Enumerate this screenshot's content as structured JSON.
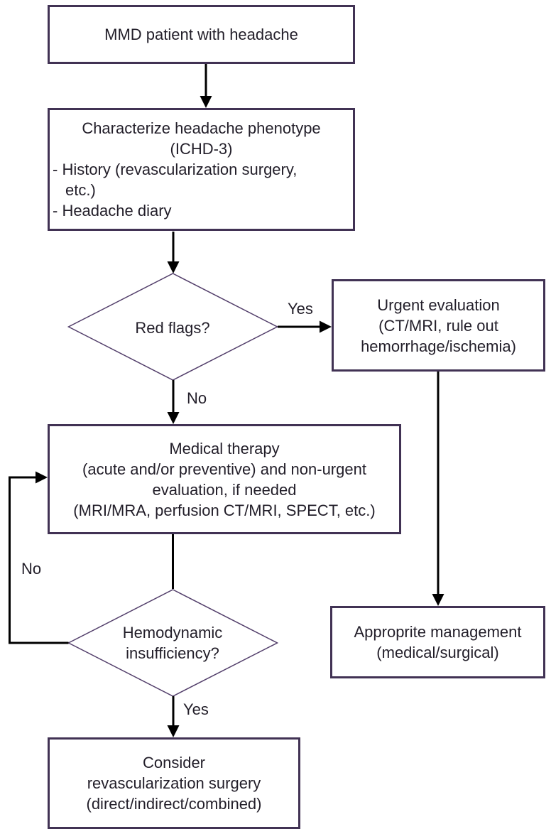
{
  "diagram": {
    "nodes": {
      "mmd_patient": {
        "lines": [
          "MMD patient with headache"
        ]
      },
      "characterize": {
        "lines": [
          "Characterize headache phenotype",
          "(ICHD-3)",
          "- History (revascularization surgery,",
          "etc.)",
          "- Headache diary"
        ]
      },
      "red_flags": {
        "lines": [
          "Red flags?"
        ]
      },
      "urgent_evaluation": {
        "lines": [
          "Urgent evaluation",
          "(CT/MRI, rule out",
          "hemorrhage/ischemia)"
        ]
      },
      "medical_therapy": {
        "lines": [
          "Medical therapy",
          "(acute and/or preventive) and non-urgent",
          "evaluation, if needed",
          "(MRI/MRA, perfusion CT/MRI, SPECT, etc.)"
        ]
      },
      "hemodynamic": {
        "lines": [
          "Hemodynamic",
          "insufficiency?"
        ]
      },
      "appropriate_management": {
        "lines": [
          "Approprite management",
          "(medical/surgical)"
        ]
      },
      "consider_surgery": {
        "lines": [
          "Consider",
          "revascularization surgery",
          "(direct/indirect/combined)"
        ]
      }
    },
    "edge_labels": {
      "red_flags_yes": "Yes",
      "red_flags_no": "No",
      "hemodynamic_no": "No",
      "hemodynamic_yes": "Yes"
    },
    "colors": {
      "box_border": "#413254",
      "diamond_border": "#533f6b",
      "arrow": "#000000",
      "text": "#221e29",
      "background": "#ffffff"
    }
  }
}
